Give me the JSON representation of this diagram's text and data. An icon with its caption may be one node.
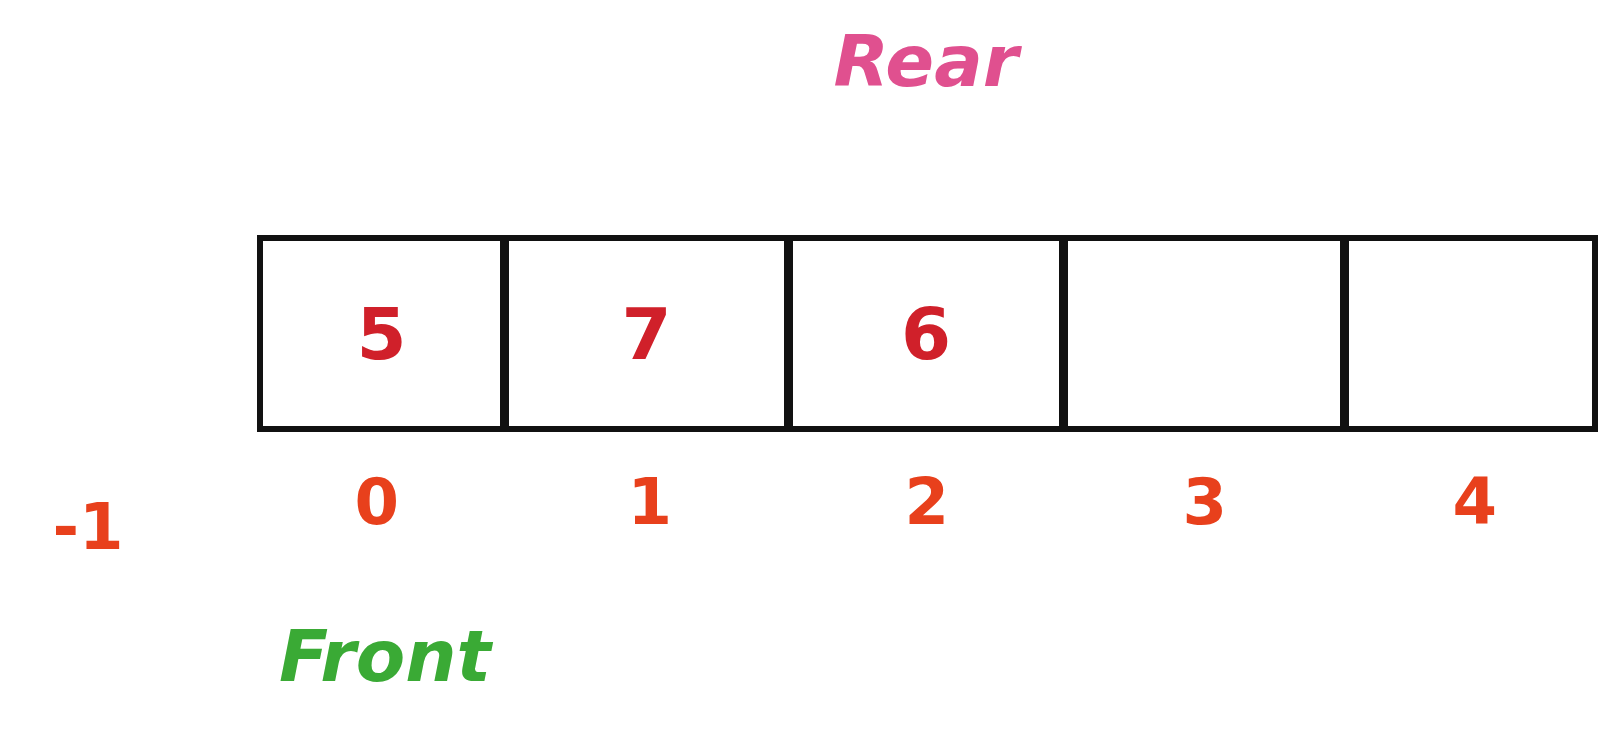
{
  "diagram": {
    "nodes": [
      {
        "text": [
          "5"
        ]
      },
      {
        "text": [
          "7"
        ]
      },
      {
        "text": [
          "6"
        ]
      },
      {
        "text": [],
        "shape": "box"
      },
      {
        "text": [],
        "shape": "box"
      }
    ],
    "edges": [],
    "labels": [
      "Rear",
      "-1",
      "0",
      "1",
      "2",
      "3",
      "4",
      "Front"
    ]
  }
}
